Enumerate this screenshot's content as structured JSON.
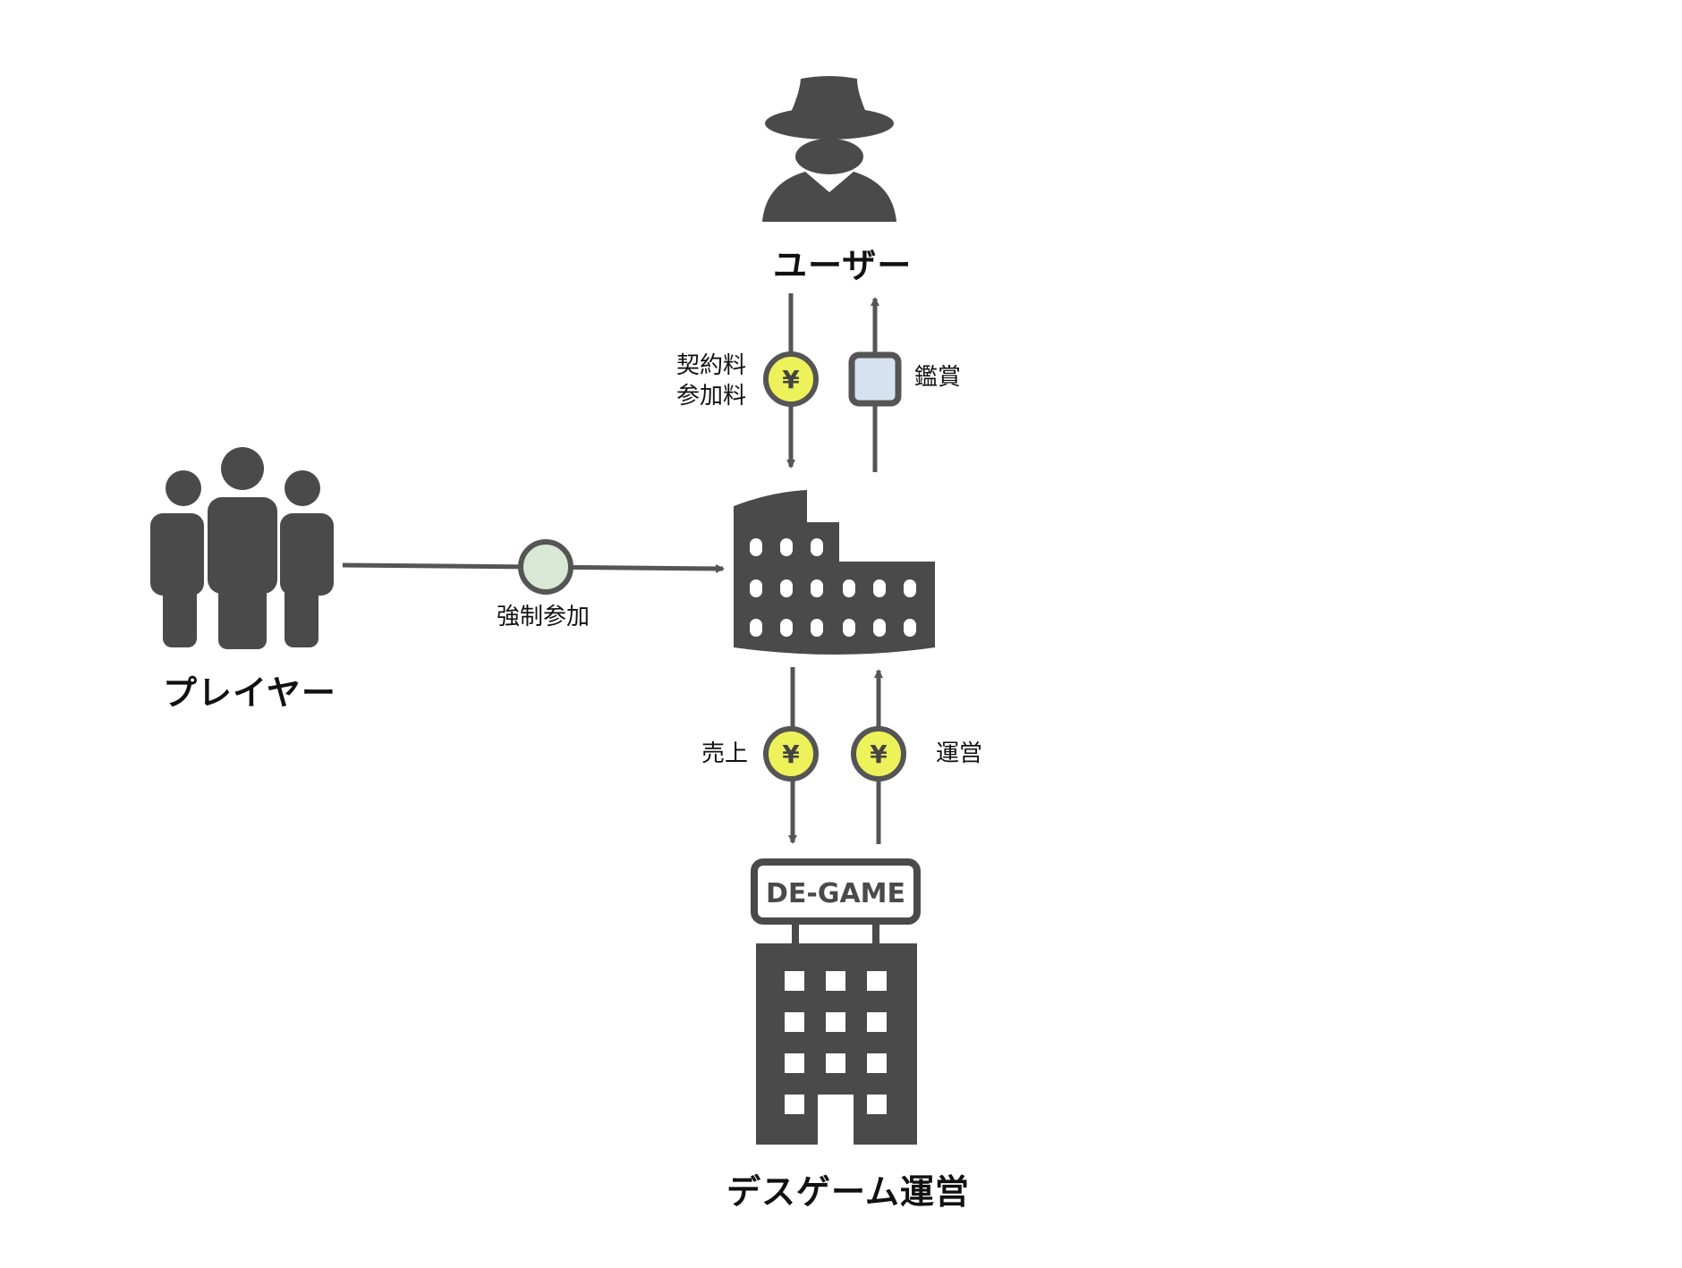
{
  "nodes": {
    "user_label": "ユーザー",
    "player_label": "プレイヤー",
    "company_label": "デスゲーム運営",
    "company_sign": "DE-GAME"
  },
  "flows": {
    "contract_fee_line1": "契約料",
    "contract_fee_line2": "参加料",
    "viewing": "鑑賞",
    "forced_participation": "強制参加",
    "sales": "売上",
    "operation": "運営"
  },
  "symbols": {
    "yen": "¥"
  },
  "colors": {
    "icon": "#4a4a4a",
    "arrow": "#555555",
    "coin_fill": "#eef25a",
    "participation_fill": "#d9e8d4",
    "viewing_fill": "#d6e2f0"
  }
}
